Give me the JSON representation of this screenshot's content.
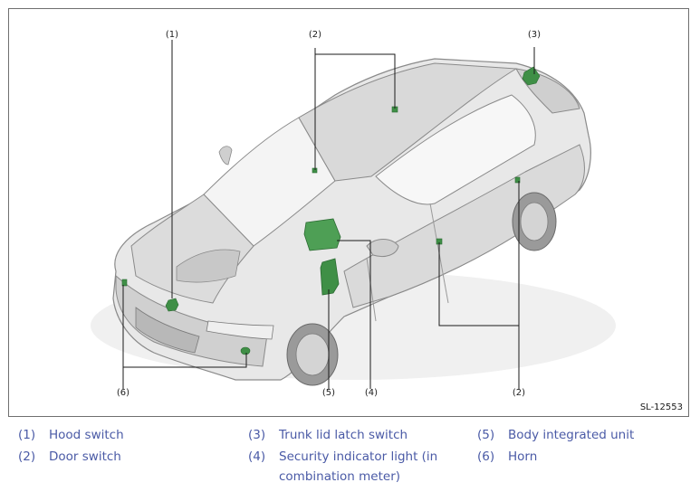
{
  "figure": {
    "figure_id": "SL-12553",
    "callouts": {
      "hood": "(1)",
      "door_top": "(2)",
      "trunk": "(3)",
      "door_bottom": "(2)",
      "horn": "(6)",
      "body_unit": "(5)",
      "security_light": "(4)"
    },
    "colors": {
      "component": "#3f8f46",
      "component_dark": "#2b6b32",
      "car_body": "#e6e6e6",
      "car_shadow": "#bdbdbd",
      "line": "#1a1a1a"
    }
  },
  "legend": {
    "items": [
      {
        "num": "(1)",
        "text": "Hood switch"
      },
      {
        "num": "(2)",
        "text": "Door switch"
      },
      {
        "num": "(3)",
        "text": "Trunk lid latch switch"
      },
      {
        "num": "(4)",
        "text": "Security indicator light (in",
        "text2": "combination meter)"
      },
      {
        "num": "(5)",
        "text": "Body integrated unit"
      },
      {
        "num": "(6)",
        "text": "Horn"
      }
    ]
  }
}
